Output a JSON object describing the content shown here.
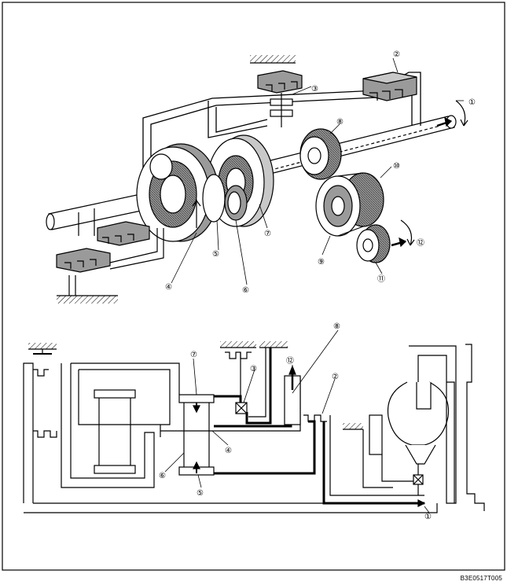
{
  "callouts": {
    "c1": "①",
    "c2": "②",
    "c3": "③",
    "c4": "④",
    "c5": "⑤",
    "c6": "⑥",
    "c7": "⑦",
    "c8": "⑧",
    "c9": "⑨",
    "c10": "⑩",
    "c11": "⑪",
    "c12": "⑫"
  },
  "figure_ref": "B3E0517T005",
  "colors": {
    "line": "#000000",
    "fill_dark": "#6e6e6e",
    "fill_mid": "#9a9a9a",
    "fill_light": "#c8c8c8",
    "paper": "#ffffff"
  }
}
